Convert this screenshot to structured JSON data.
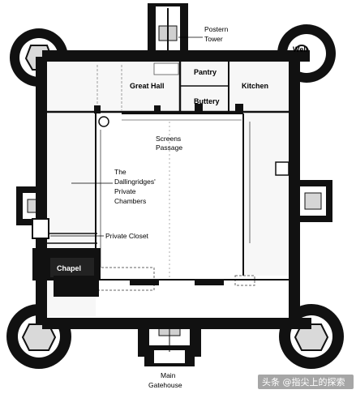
{
  "plan": {
    "labels": {
      "postern_tower_1": "Postern",
      "postern_tower_2": "Tower",
      "well": "Well",
      "great_hall": "Great Hall",
      "pantry": "Pantry",
      "kitchen": "Kitchen",
      "buttery": "Buttery",
      "screens_passage_1": "Screens",
      "screens_passage_2": "Passage",
      "private_chambers_1": "The",
      "private_chambers_2": "Dallingridges'",
      "private_chambers_3": "Private",
      "private_chambers_4": "Chambers",
      "private_closet": "Private Closet",
      "chapel": "Chapel",
      "main_gatehouse_1": "Main",
      "main_gatehouse_2": "Gatehouse"
    },
    "watermark": "头条 @指尖上的探索",
    "colors": {
      "wall": "#111111",
      "background": "#ffffff",
      "room_fill": "#f4f4f4",
      "chapel_fill": "#1a1a1a"
    }
  }
}
